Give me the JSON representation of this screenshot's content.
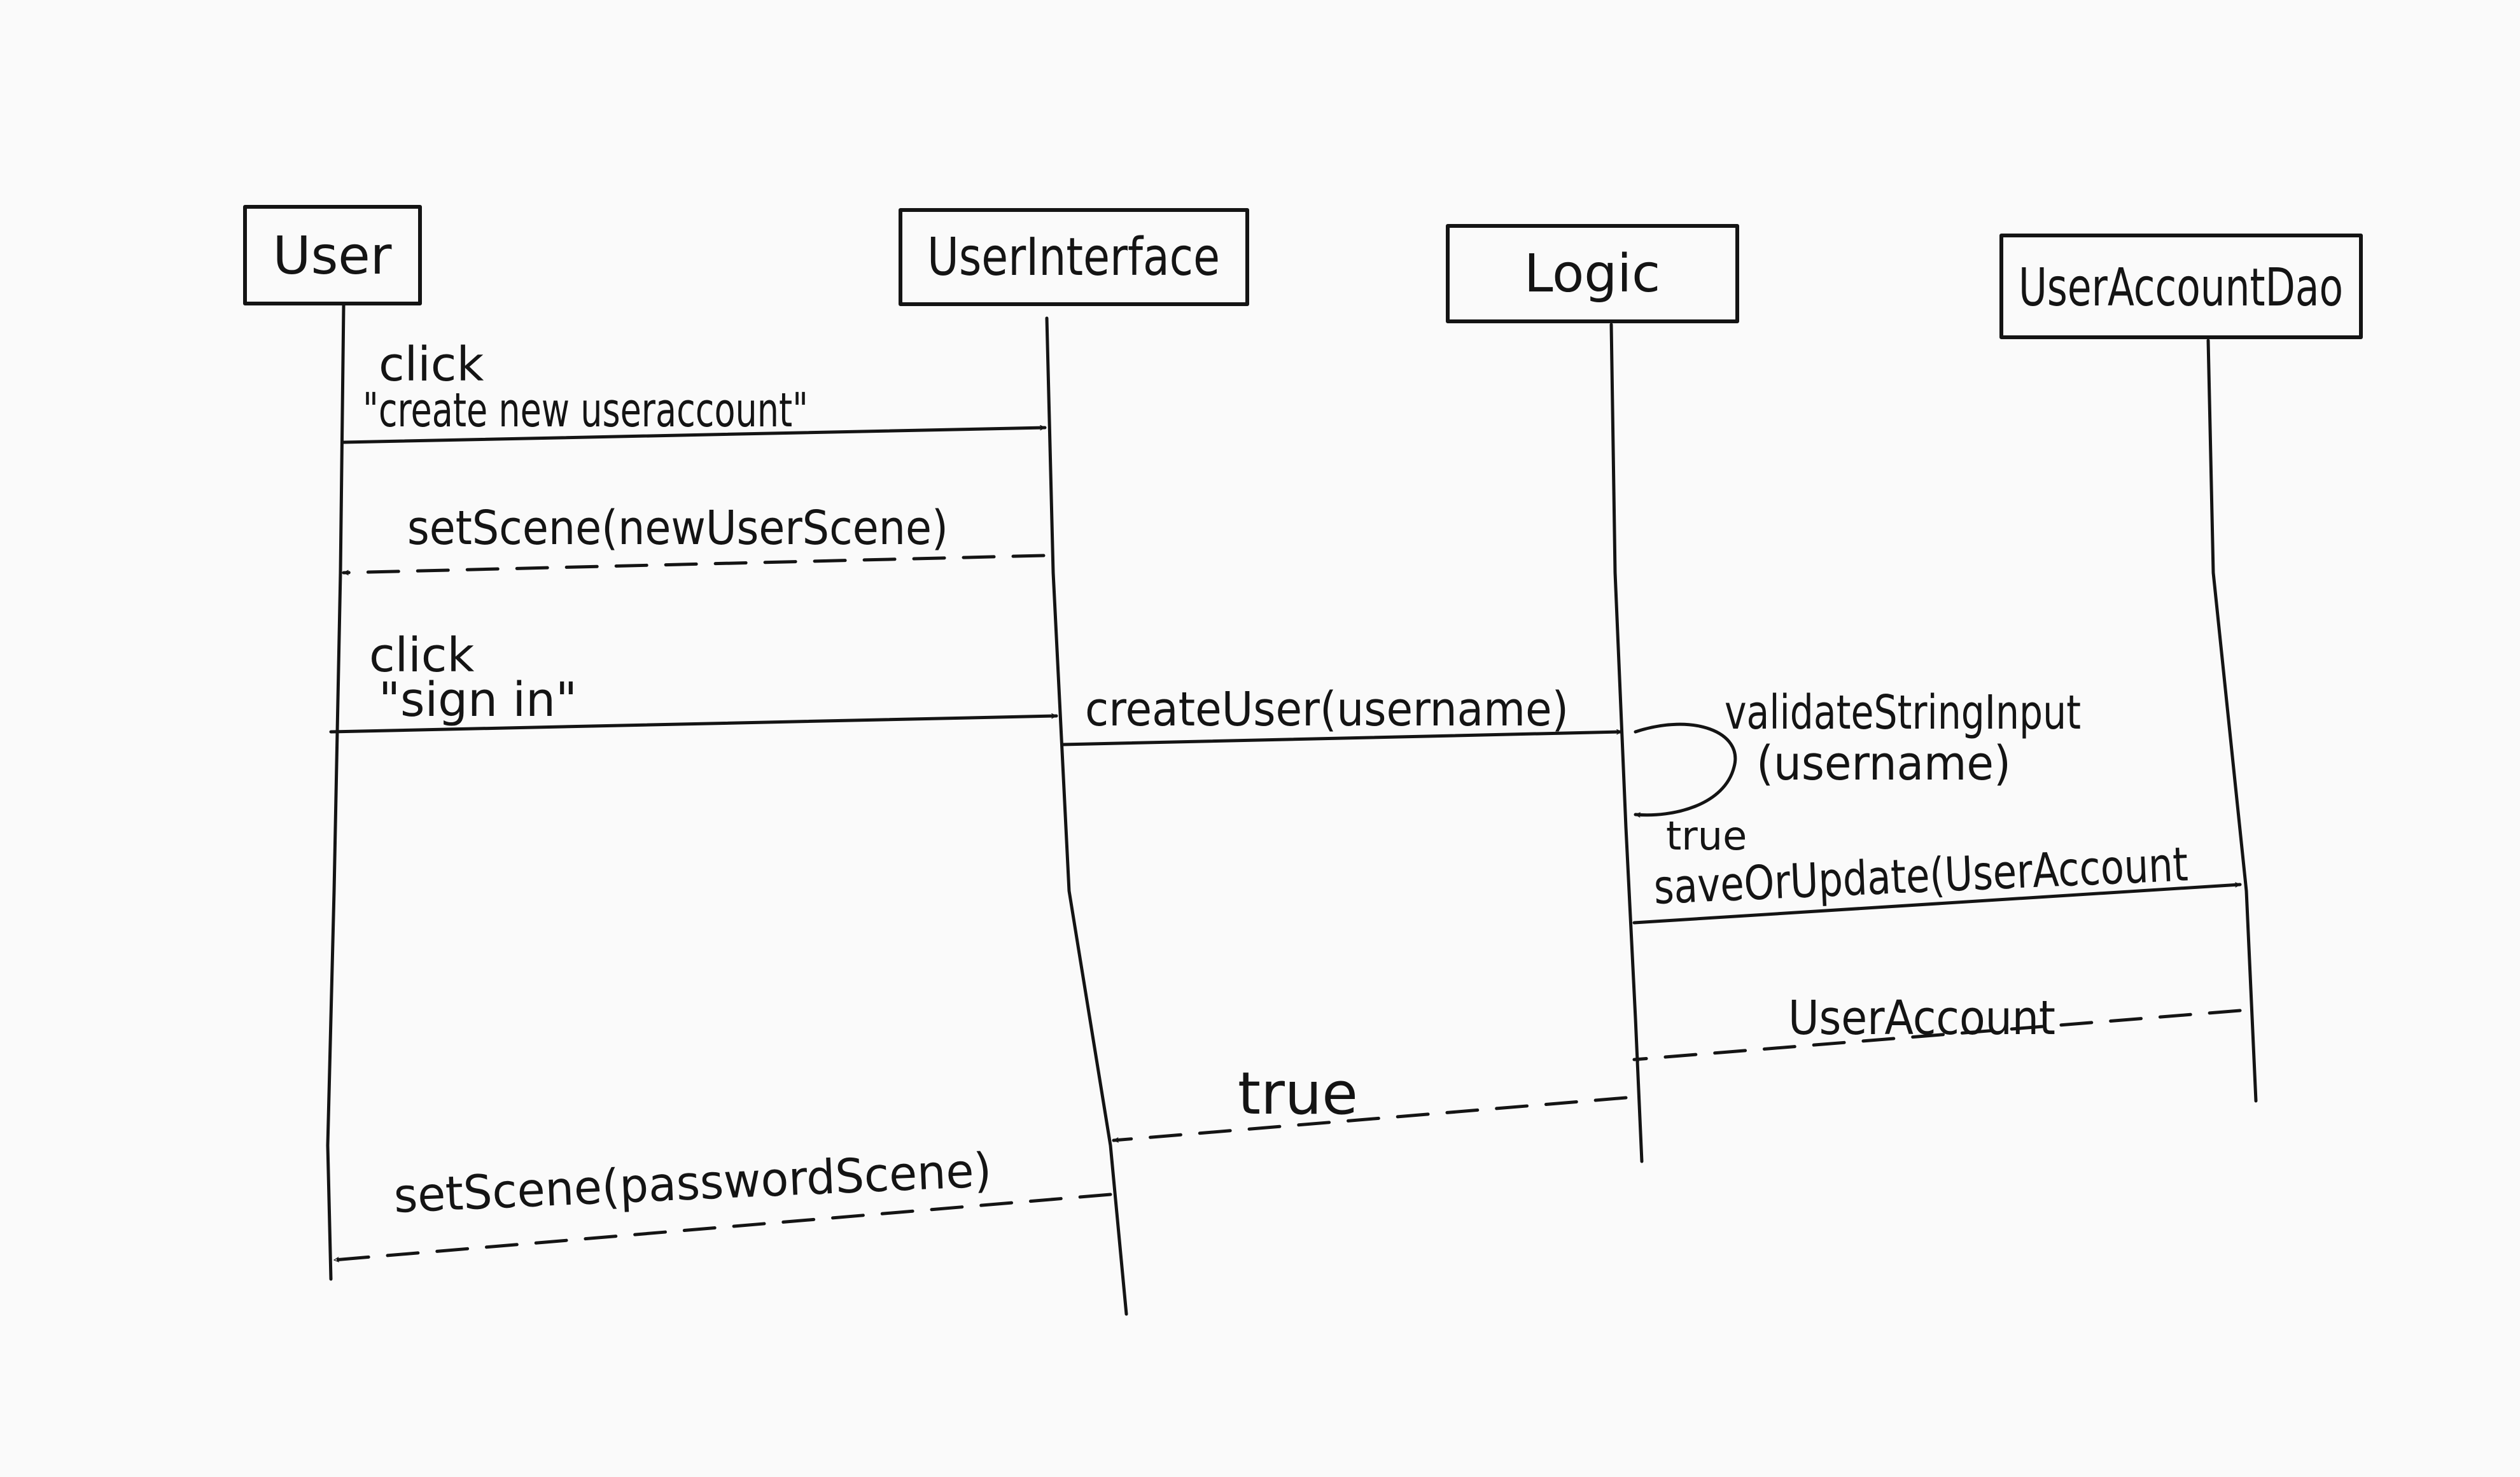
{
  "participants": [
    {
      "id": "user",
      "label": "User"
    },
    {
      "id": "ui",
      "label": "UserInterface"
    },
    {
      "id": "logic",
      "label": "Logic"
    },
    {
      "id": "dao",
      "label": "UserAccountDao"
    }
  ],
  "messages": [
    {
      "id": "m1",
      "label_line1": "click",
      "label_line2": "\"create new useraccount\"",
      "from": "user",
      "to": "ui",
      "kind": "call"
    },
    {
      "id": "m2",
      "label_line1": "setScene(newUserScene)",
      "label_line2": "",
      "from": "ui",
      "to": "user",
      "kind": "return"
    },
    {
      "id": "m3",
      "label_line1": "click",
      "label_line2": "\"sign in\"",
      "from": "user",
      "to": "ui",
      "kind": "call"
    },
    {
      "id": "m4",
      "label_line1": "createUser(username)",
      "label_line2": "",
      "from": "ui",
      "to": "logic",
      "kind": "call"
    },
    {
      "id": "m5",
      "label_line1": "validateStringInput",
      "label_line2": "(username)",
      "from": "logic",
      "to": "logic",
      "kind": "self"
    },
    {
      "id": "m6",
      "label_line1": "true",
      "label_line2": "",
      "from": "logic",
      "to": "logic",
      "kind": "self-return"
    },
    {
      "id": "m7",
      "label_line1": "saveOrUpdate(UserAccount",
      "label_line2": "",
      "from": "logic",
      "to": "dao",
      "kind": "call"
    },
    {
      "id": "m8",
      "label_line1": "UserAccount",
      "label_line2": "",
      "from": "dao",
      "to": "logic",
      "kind": "return"
    },
    {
      "id": "m9",
      "label_line1": "true",
      "label_line2": "",
      "from": "logic",
      "to": "ui",
      "kind": "return"
    },
    {
      "id": "m10",
      "label_line1": "setScene(passwordScene)",
      "label_line2": "",
      "from": "ui",
      "to": "user",
      "kind": "return"
    }
  ],
  "colors": {
    "ink": "#141414",
    "paper": "#fafafa"
  }
}
